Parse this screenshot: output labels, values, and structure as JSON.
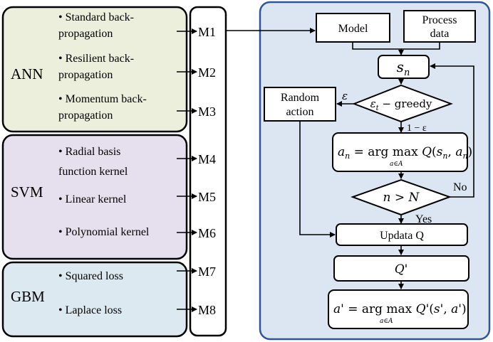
{
  "groups": [
    {
      "name": "ANN",
      "fill": "#ebefdc",
      "items": [
        {
          "lines": [
            "• Standard back-",
            "propagation"
          ]
        },
        {
          "lines": [
            "• Resilient back-",
            "propagation"
          ]
        },
        {
          "lines": [
            "•  Momentum back-",
            "propagation"
          ]
        }
      ]
    },
    {
      "name": "SVM",
      "fill": "#e6dfee",
      "items": [
        {
          "lines": [
            "•  Radial basis",
            "function kernel"
          ]
        },
        {
          "lines": [
            "• Linear kernel"
          ]
        },
        {
          "lines": [
            "•  Polynomial kernel"
          ]
        }
      ]
    },
    {
      "name": "GBM",
      "fill": "#dde9f1",
      "items": [
        {
          "lines": [
            "•  Squared loss"
          ]
        },
        {
          "lines": [
            "• Laplace loss"
          ]
        }
      ]
    }
  ],
  "models": [
    "M1",
    "M2",
    "M3",
    "M4",
    "M5",
    "M6",
    "M7",
    "M8"
  ],
  "flow": {
    "panel_fill": "#dce6f2",
    "panel_stroke": "#2f5597",
    "model": "Model",
    "process_data": [
      "Process",
      "data"
    ],
    "state": "s_n",
    "decision_epsilon_greedy": "ε_t − greedy",
    "epsilon": "ε",
    "one_minus_epsilon": "1 − ε",
    "random_action": [
      "Random",
      "action"
    ],
    "action_formula": "a_n = arg max_{a∈A} Q(s_n, a_n)",
    "decision_n_gt_N": "n > N",
    "no": "No",
    "yes": "Yes",
    "update": "Updata Q",
    "q_prime": "Q'",
    "final_formula": "a' = arg max_{a∈A} Q'(s', a')"
  }
}
